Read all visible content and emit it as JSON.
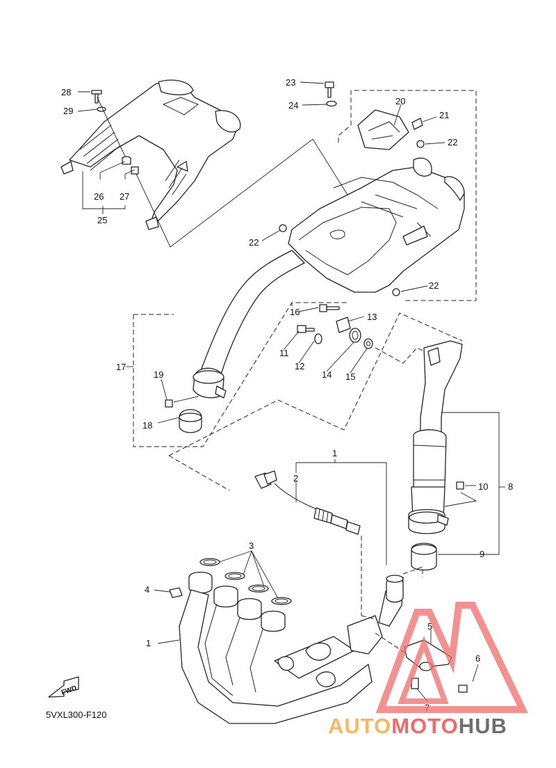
{
  "diagram_code": "5VXL300-F120",
  "fwd_label": "FWD",
  "callouts": {
    "c1": "1",
    "c1b": "1",
    "c2": "2",
    "c3": "3",
    "c4": "4",
    "c5": "5",
    "c6": "6",
    "c7": "7",
    "c8": "8",
    "c9": "9",
    "c10": "10",
    "c11": "11",
    "c12": "12",
    "c13": "13",
    "c14": "14",
    "c15": "15",
    "c16": "16",
    "c17": "17",
    "c18": "18",
    "c19": "19",
    "c20": "20",
    "c21": "21",
    "c22a": "22",
    "c22b": "22",
    "c22c": "22",
    "c23": "23",
    "c24": "24",
    "c25": "25",
    "c26": "26",
    "c27": "27",
    "c28": "28",
    "c29": "29"
  },
  "watermark": {
    "part1": "AUTO",
    "part2": "MOTO",
    "part3": "HUB"
  },
  "colors": {
    "watermark_red": "#ef6b6b",
    "watermark_orange": "#f6b860",
    "watermark_gray": "#6f6f6f"
  }
}
